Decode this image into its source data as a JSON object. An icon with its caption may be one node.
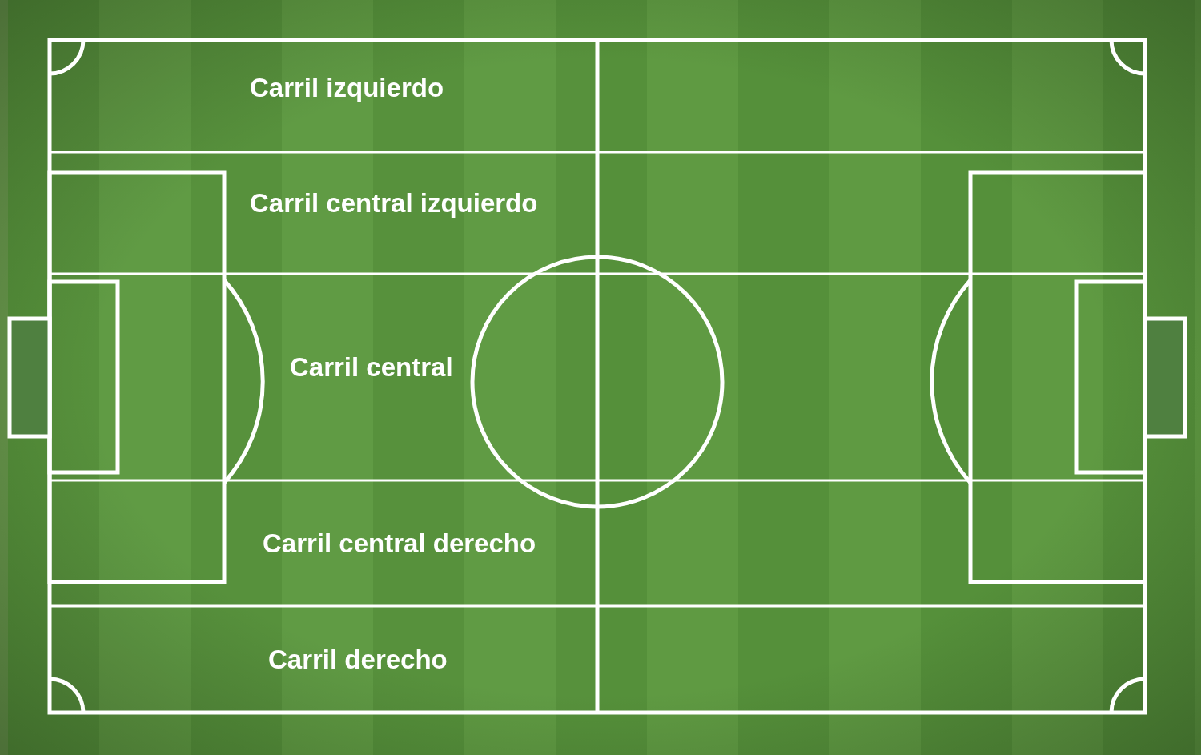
{
  "diagram": {
    "nodes": [
      {
        "text": [
          "Carril izquierdo"
        ]
      },
      {
        "text": [
          "Carril central izquierdo"
        ]
      },
      {
        "text": [
          "Carril central"
        ]
      },
      {
        "text": [
          "Carril central derecho"
        ]
      },
      {
        "text": [
          "Carril derecho"
        ]
      }
    ]
  }
}
